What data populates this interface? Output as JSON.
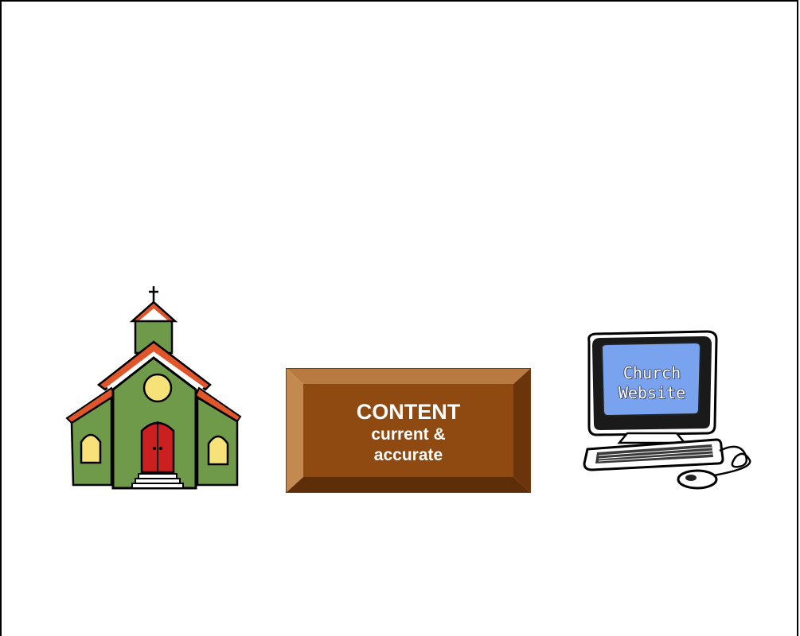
{
  "content_box": {
    "title": "CONTENT",
    "line1": "current &",
    "line2": "accurate"
  },
  "computer": {
    "screen_line1": "Church",
    "screen_line2": "Website"
  },
  "colors": {
    "church_walls": "#6f9a4a",
    "church_roof": "#e0552a",
    "church_door": "#cc1f1f",
    "church_window": "#f7e27a",
    "box_fill": "#8f4a12",
    "box_bevel_light": "#c4894e",
    "box_bevel_dark": "#5e2e08",
    "screen_blue": "#7aa3ef"
  },
  "icons": {
    "church": "church-icon",
    "computer": "computer-icon"
  }
}
